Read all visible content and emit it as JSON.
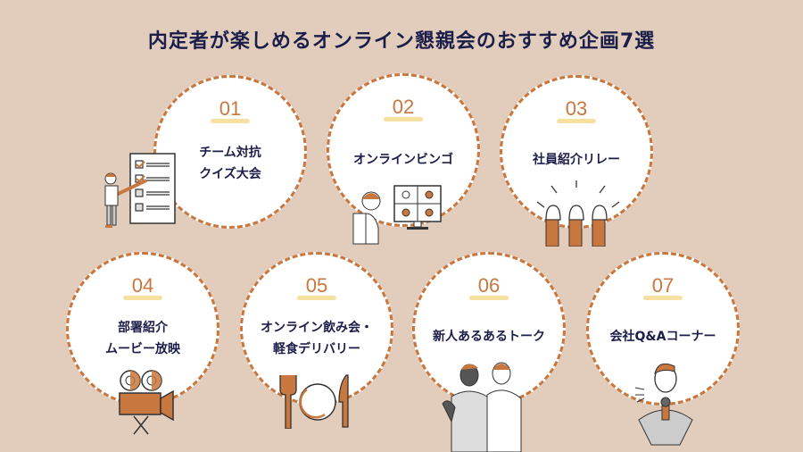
{
  "title": "内定者が楽しめるオンライン懇親会のおすすめ企画7選",
  "colors": {
    "background": "#e2cdbd",
    "accent": "#c8773e",
    "text": "#1c1e4a",
    "highlight": "#f5d98a"
  },
  "items": [
    {
      "number": "01",
      "line1": "チーム対抗",
      "line2": "クイズ大会",
      "icon": "quiz-checklist-icon"
    },
    {
      "number": "02",
      "line1": "オンラインビンゴ",
      "line2": "",
      "icon": "video-call-icon"
    },
    {
      "number": "03",
      "line1": "社員紹介リレー",
      "line2": "",
      "icon": "raised-hands-icon"
    },
    {
      "number": "04",
      "line1": "部署紹介",
      "line2": "ムービー放映",
      "icon": "movie-camera-icon"
    },
    {
      "number": "05",
      "line1": "オンライン飲み会・",
      "line2": "軽食デリバリー",
      "icon": "cutlery-plate-icon"
    },
    {
      "number": "06",
      "line1": "新人あるあるトーク",
      "line2": "",
      "icon": "talking-people-icon"
    },
    {
      "number": "07",
      "line1": "会社Q&Aコーナー",
      "line2": "",
      "icon": "microphone-speaker-icon"
    }
  ]
}
